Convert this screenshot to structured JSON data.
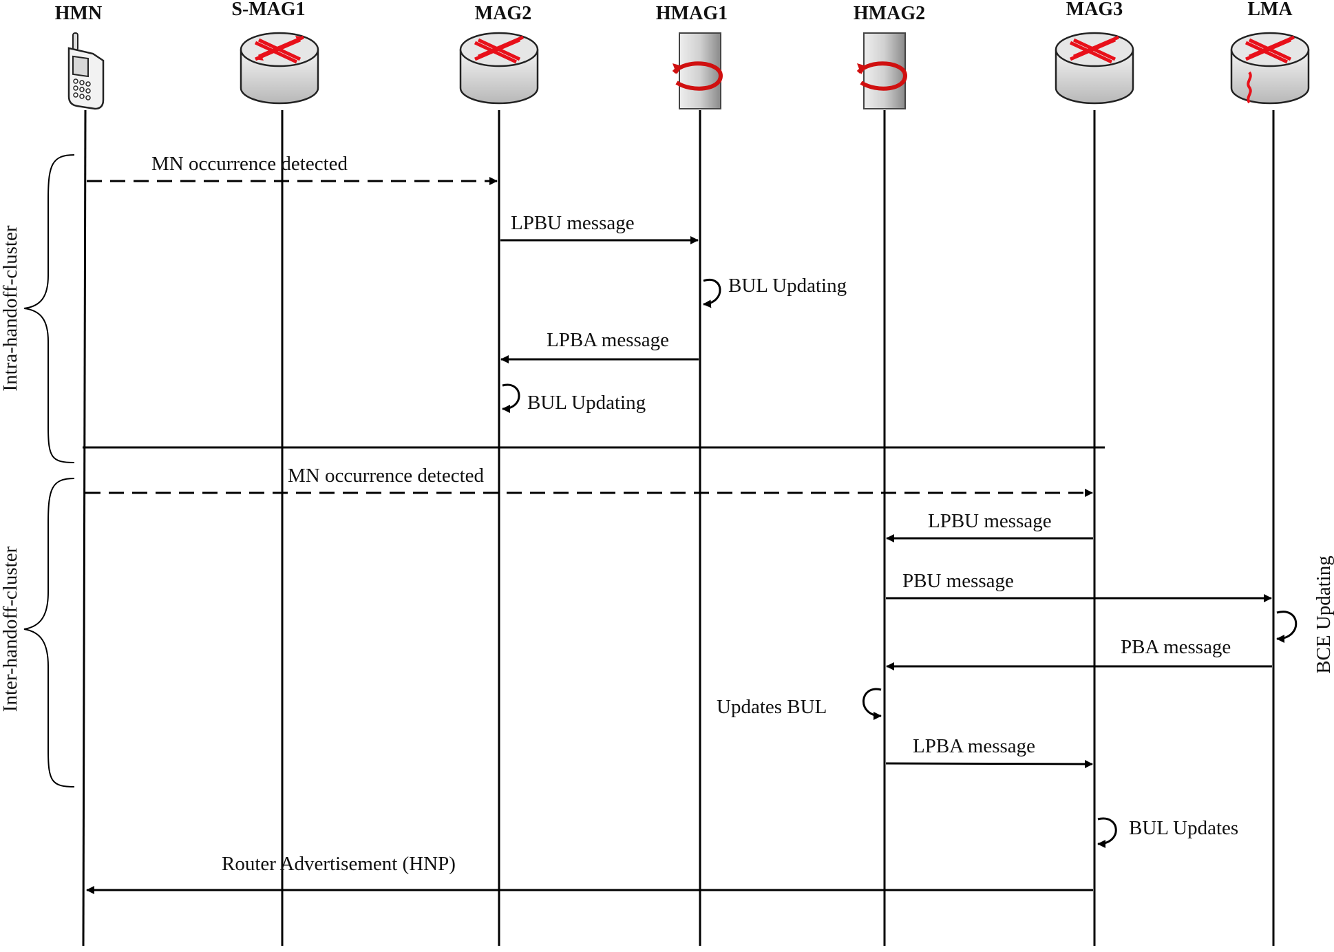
{
  "entities": [
    {
      "id": "hmn",
      "label": "HMN",
      "icon": "mobile-phone-icon"
    },
    {
      "id": "smag1",
      "label": "S-MAG1",
      "icon": "router-icon"
    },
    {
      "id": "mag2",
      "label": "MAG2",
      "icon": "router-icon"
    },
    {
      "id": "hmag1",
      "label": "HMAG1",
      "icon": "server-icon"
    },
    {
      "id": "hmag2",
      "label": "HMAG2",
      "icon": "server-icon"
    },
    {
      "id": "mag3",
      "label": "MAG3",
      "icon": "router-icon"
    },
    {
      "id": "lma",
      "label": "LMA",
      "icon": "router-icon"
    }
  ],
  "phases": [
    {
      "label": "Intra-handoff-cluster"
    },
    {
      "label": "Inter-handoff-cluster"
    }
  ],
  "messages": [
    {
      "from": "hmn",
      "to": "mag2",
      "label": "MN occurrence detected",
      "style": "dashed"
    },
    {
      "from": "mag2",
      "to": "hmag1",
      "label": "LPBU message",
      "style": "solid"
    },
    {
      "self": "hmag1",
      "label": "BUL Updating"
    },
    {
      "from": "hmag1",
      "to": "mag2",
      "label": "LPBA message",
      "style": "solid"
    },
    {
      "self": "mag2",
      "label": "BUL Updating"
    },
    {
      "from": "hmn",
      "to": "mag3",
      "label": "MN occurrence detected",
      "style": "dashed"
    },
    {
      "from": "mag3",
      "to": "hmag2",
      "label": "LPBU message",
      "style": "solid"
    },
    {
      "from": "hmag2",
      "to": "lma",
      "label": "PBU message",
      "style": "solid"
    },
    {
      "self": "lma",
      "label": "BCE Updating"
    },
    {
      "from": "lma",
      "to": "hmag2",
      "label": "PBA message",
      "style": "solid"
    },
    {
      "self": "hmag2",
      "label": "Updates BUL"
    },
    {
      "from": "hmag2",
      "to": "mag3",
      "label": "LPBA message",
      "style": "solid"
    },
    {
      "self": "mag3",
      "label": "BUL Updates"
    },
    {
      "from": "mag3",
      "to": "hmn",
      "label": "Router Advertisement (HNP)",
      "style": "solid"
    }
  ],
  "colors": {
    "line": "#000000",
    "router_arrow": "#e8101a",
    "router_body": "#dcdcdc",
    "server_body": "#c8c8c8"
  }
}
